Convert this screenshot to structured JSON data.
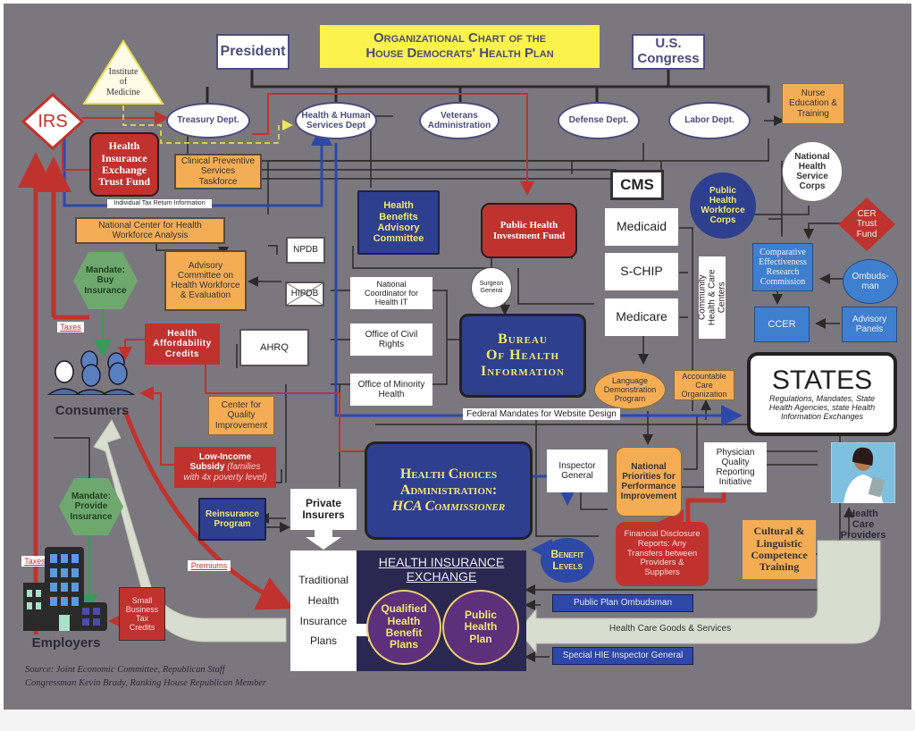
{
  "title": {
    "line1": "Organizational Chart of the",
    "line2": "House Democrats' Health Plan"
  },
  "top": {
    "president": "President",
    "congress": [
      "U.S.",
      "Congress"
    ],
    "institute": [
      "Institute",
      "of",
      "Medicine"
    ],
    "irs": "IRS"
  },
  "departments": {
    "treasury": "Treasury Dept.",
    "hhs": [
      "Health & Human",
      "Services Dept"
    ],
    "va": [
      "Veterans",
      "Administration"
    ],
    "defense": "Defense Dept.",
    "labor": "Labor Dept."
  },
  "nodes": {
    "nurse_ed": [
      "Nurse",
      "Education &",
      "Training"
    ],
    "nhsc": [
      "National",
      "Health",
      "Service",
      "Corps"
    ],
    "hie_trust": [
      "Health",
      "Insurance",
      "Exchange",
      "Trust Fund"
    ],
    "cpst": [
      "Clinical Preventive",
      "Services",
      "Taskforce"
    ],
    "tax_info": "Individual Tax Return Information",
    "ncwa": [
      "National Center for Health",
      "Workforce Analysis"
    ],
    "mandate_buy": [
      "Mandate:",
      "Buy",
      "Insurance"
    ],
    "advisory_workforce": [
      "Advisory",
      "Committee on",
      "Health Workforce",
      "& Evaluation"
    ],
    "npdb": "NPDB",
    "hipdb": "HIPDB",
    "hbac": [
      "Health",
      "Benefits",
      "Advisory",
      "Committee"
    ],
    "phif": [
      "Public Health",
      "Investment Fund"
    ],
    "cms": "CMS",
    "medicaid": "Medicaid",
    "schip": "S-CHIP",
    "medicare": "Medicare",
    "phwc": [
      "Public",
      "Health",
      "Workforce",
      "Corps"
    ],
    "chcc": [
      "Community",
      "Health & Care",
      "Centers"
    ],
    "cer_trust": [
      "CER",
      "Trust",
      "Fund"
    ],
    "cerc": [
      "Comparative",
      "Effectiveness",
      "Research",
      "Commission"
    ],
    "ombudsman": [
      "Ombuds-",
      "man"
    ],
    "ccer": "CCER",
    "advisory_panels": [
      "Advisory",
      "Panels"
    ],
    "surgeon_general": [
      "Surgeon",
      "General"
    ],
    "onc": [
      "National",
      "Coordinator for",
      "Health IT"
    ],
    "ocr": [
      "Office of Civil",
      "Rights"
    ],
    "omh": [
      "Office of Minority",
      "Health"
    ],
    "bhi": [
      "Bureau",
      "Of Health",
      "Information"
    ],
    "taxes1": "Taxes",
    "hac": [
      "Health",
      "Affordability",
      "Credits"
    ],
    "ahrq": "AHRQ",
    "consumers": "Consumers",
    "cqi": [
      "Center for",
      "Quality",
      "Improvement"
    ],
    "ldp": [
      "Language",
      "Demonstration",
      "Program"
    ],
    "aco": [
      "Accountable",
      "Care",
      "Organization"
    ],
    "fed_mandates": "Federal Mandates for Website Design",
    "states_title": "STATES",
    "states_sub": [
      "Regulations, Mandates, State",
      "Health Agencies, state Health",
      "Information Exchanges"
    ],
    "lis_bold": [
      "Low-Income",
      "Subsidy"
    ],
    "lis_ital": [
      "(families",
      "with 4x poverty level)"
    ],
    "mandate_provide": [
      "Mandate:",
      "Provide",
      "Insurance"
    ],
    "reinsurance": [
      "Reinsurance",
      "Program"
    ],
    "private_insurers": [
      "Private",
      "Insurers"
    ],
    "hca": [
      "Health Choices",
      "Administration:",
      "HCA Commissioner"
    ],
    "inspector_general": [
      "Inspector",
      "General"
    ],
    "npp": [
      "National",
      "Priorities for",
      "Performance",
      "Improvement"
    ],
    "pqri": [
      "Physician",
      "Quality",
      "Reporting",
      "Initiative"
    ],
    "benefit_levels": [
      "Benefit",
      "Levels"
    ],
    "fin_disclosure": [
      "Financial Disclosure",
      "Reports: Any",
      "Transfers between",
      "Providers &",
      "Suppliers"
    ],
    "cultural": [
      "Cultural &",
      "Linguistic",
      "Competence",
      "Training"
    ],
    "providers": [
      "Health",
      "Care",
      "Providers"
    ],
    "taxes2": "Taxes",
    "premiums": "Premiums",
    "sbtc": [
      "Small",
      "Business",
      "Tax",
      "Credits"
    ],
    "employers": "Employers",
    "traditional": [
      "Traditional",
      "Health",
      "Insurance",
      "Plans"
    ],
    "hie_title": [
      "HEALTH INSURANCE",
      "EXCHANGE"
    ],
    "qhbp": [
      "Qualified",
      "Health",
      "Benefit",
      "Plans"
    ],
    "php": [
      "Public",
      "Health",
      "Plan"
    ],
    "ppo": "Public Plan Ombudsman",
    "goods": "Health Care Goods & Services",
    "shie_ig": "Special HIE Inspector General"
  },
  "source": [
    "Source: Joint Economic Committee, Republican Staff",
    "Congressman Kevin Brady, Ranking House Republican Member"
  ],
  "colors": {
    "background": "#7b777e",
    "title_bg": "#fbf24b",
    "red": "#c0322e",
    "blue": "#2e3f8f",
    "orange": "#f5ad55",
    "green": "#6fa86f",
    "purple": "#5e2f7a",
    "exchange": "#2a2850"
  }
}
